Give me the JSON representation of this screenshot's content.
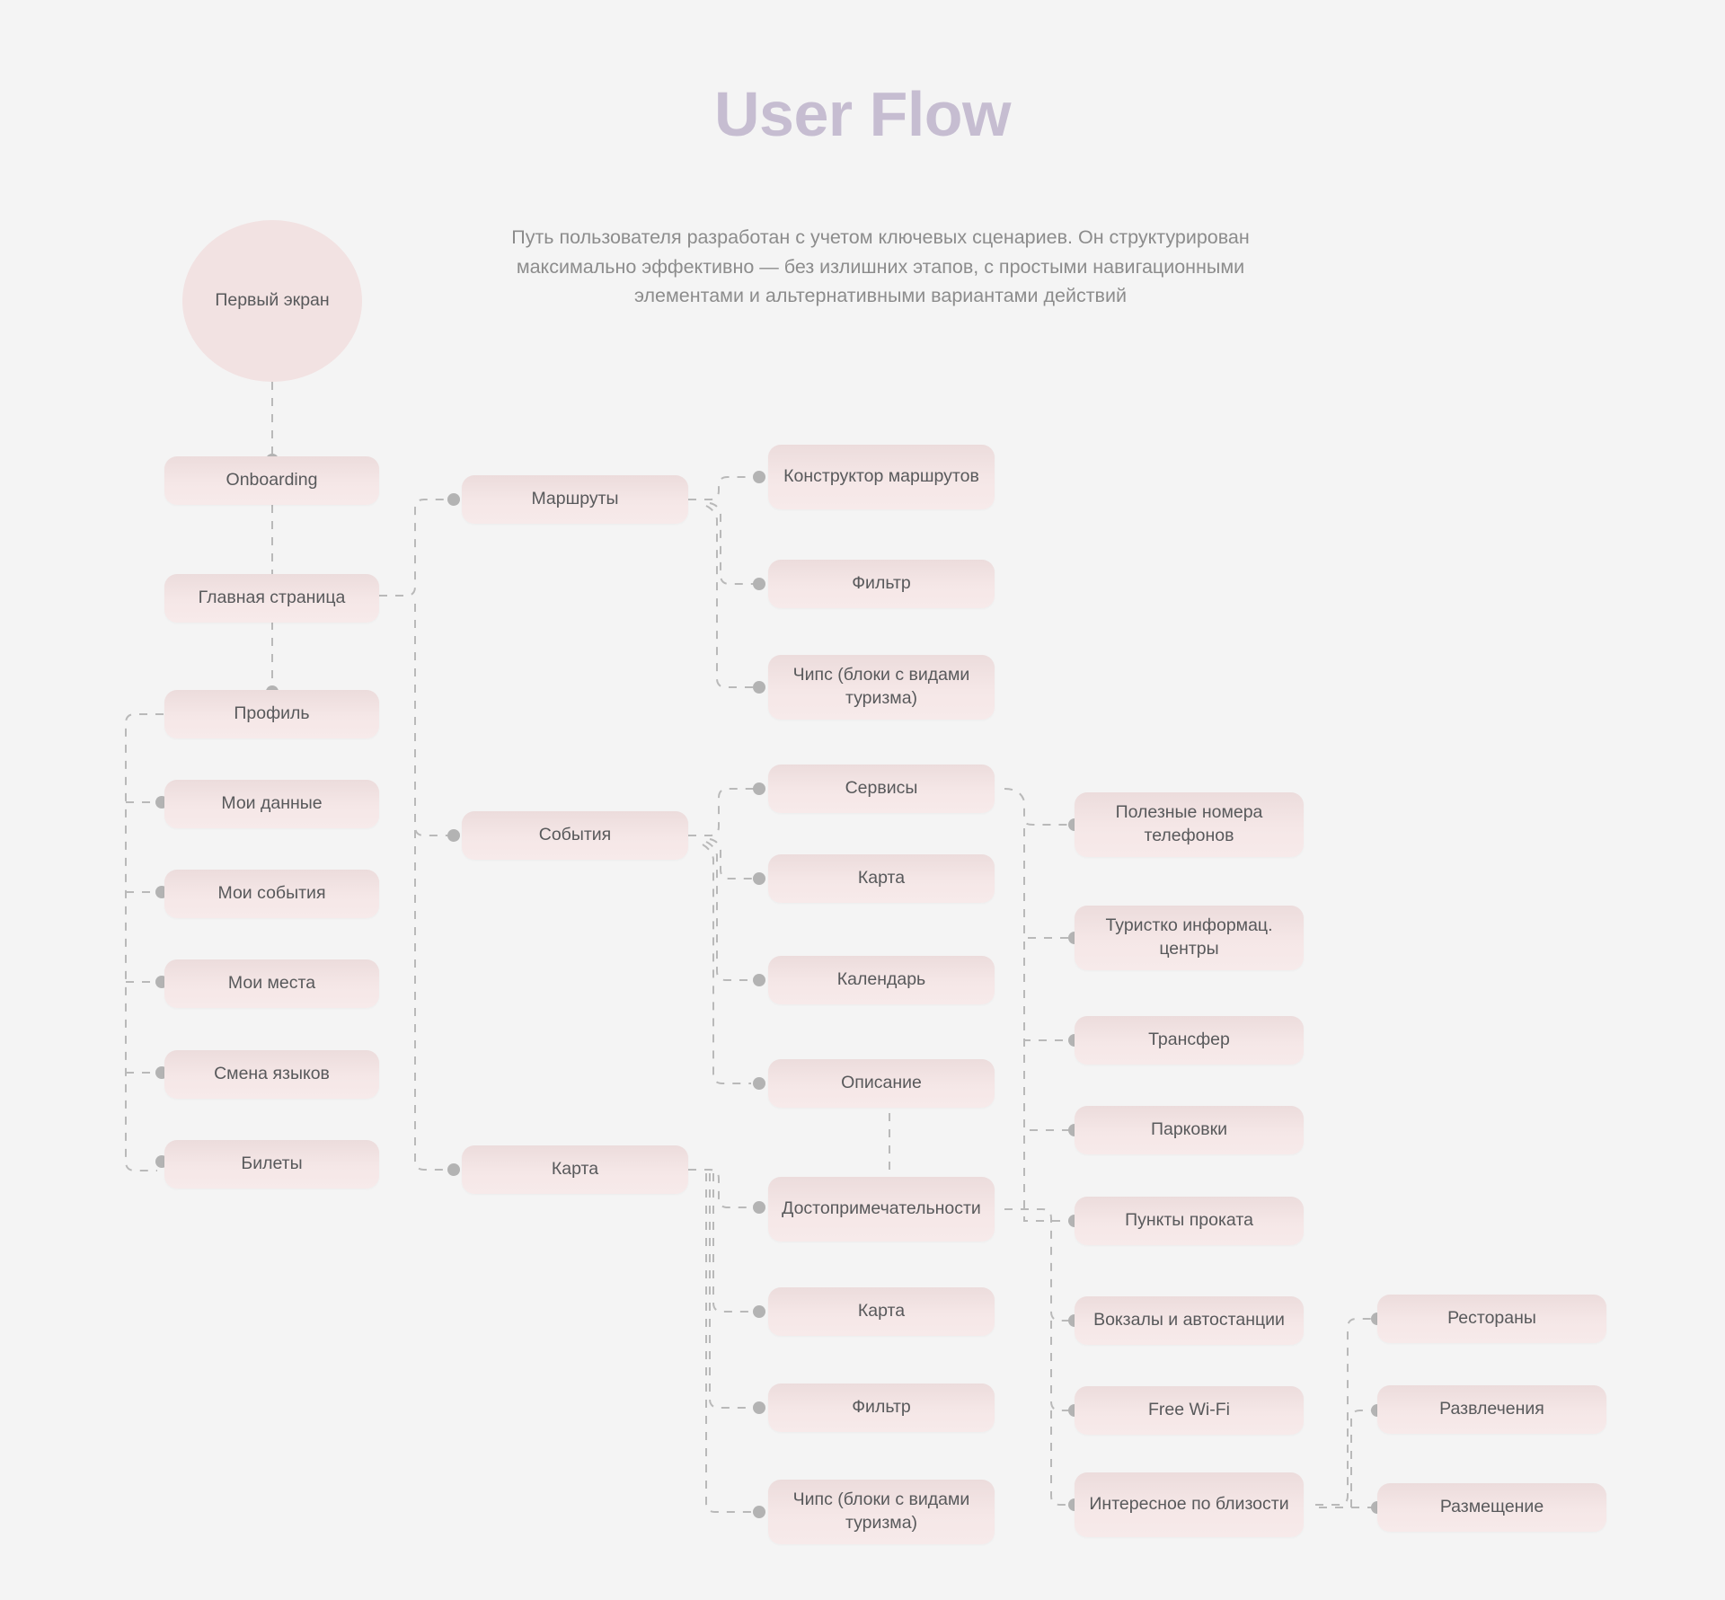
{
  "header": {
    "title": "User Flow",
    "description": "Путь пользователя разработан с учетом ключевых сценариев. Он структурирован максимально эффективно — без излишних этапов, с простыми навигационными элементами и альтернативными вариантами действий"
  },
  "theme": {
    "background": "#f4f4f4",
    "title_color": "#c6bdd1",
    "node_fill": "#f2e3e3",
    "node_text": "#58595b",
    "edge_color": "#b9b9b9",
    "edge_dot": "#b3b3b3"
  },
  "nodes": {
    "start": "Первый экран",
    "onboarding": "Onboarding",
    "home": "Главная страница",
    "profile": "Профиль",
    "my_data": "Мои данные",
    "my_events": "Мои события",
    "my_places": "Мои места",
    "lang_switch": "Смена языков",
    "tickets": "Билеты",
    "routes": "Маршруты",
    "events": "События",
    "map_col2": "Карта",
    "route_constructor": "Конструктор маршрутов",
    "filter_routes": "Фильтр",
    "chips_routes": "Чипс (блоки с видами туризма)",
    "services": "Сервисы",
    "map_events": "Карта",
    "calendar": "Календарь",
    "description_node": "Описание",
    "sights": "Достопримечательности",
    "map_col3": "Карта",
    "filter_map": "Фильтр",
    "chips_map": "Чипс (блоки с видами туризма)",
    "useful_phones": "Полезные номера телефонов",
    "tourist_centers": "Туристко информац. центры",
    "transfer": "Трансфер",
    "parking": "Парковки",
    "rental_points": "Пункты проката",
    "stations": "Вокзалы и автостанции",
    "free_wifi": "Free Wi-Fi",
    "nearby": "Интересное по близости",
    "restaurants": "Рестораны",
    "entertainment": "Развлечения",
    "accommodation": "Размещение"
  }
}
